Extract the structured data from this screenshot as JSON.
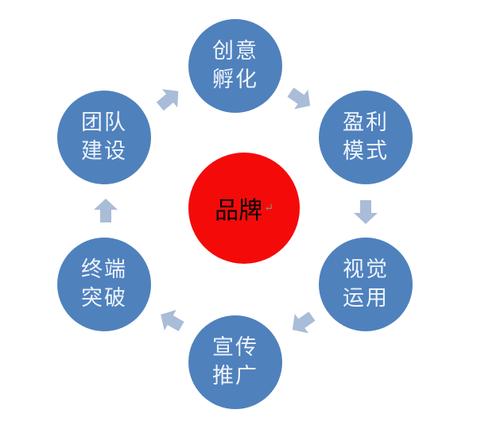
{
  "center": {
    "label": "品牌",
    "mark": "↵"
  },
  "nodes": [
    {
      "id": "creative",
      "line1": "创意",
      "line2": "孵化"
    },
    {
      "id": "profit",
      "line1": "盈利",
      "line2": "模式"
    },
    {
      "id": "visual",
      "line1": "视觉",
      "line2": "运用"
    },
    {
      "id": "promo",
      "line1": "宣传",
      "line2": "推广"
    },
    {
      "id": "terminal",
      "line1": "终端",
      "line2": "突破"
    },
    {
      "id": "team",
      "line1": "团队",
      "line2": "建设"
    }
  ],
  "colors": {
    "node": "#4f81bd",
    "center": "#f50a0a",
    "arrow": "#a9bcd8"
  }
}
